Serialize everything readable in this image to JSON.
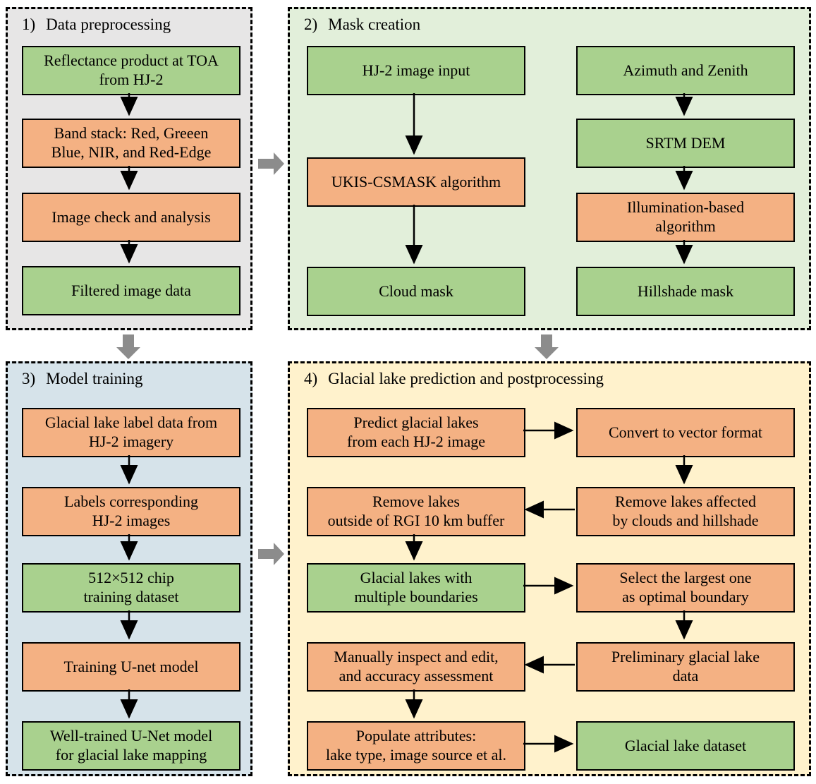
{
  "colors": {
    "green": "#a9d18e",
    "orange": "#f4b183",
    "connector": "#8c8c8c",
    "box_border": "#000000"
  },
  "panels": [
    {
      "num": "1)",
      "title": "Data preprocessing",
      "bg": "#e7e6e6",
      "boxes": [
        {
          "text": "Reflectance product at TOA\nfrom HJ-2",
          "color": "green"
        },
        {
          "text": "Band stack: Red, Greeen\nBlue, NIR, and Red-Edge",
          "color": "orange"
        },
        {
          "text": "Image check and analysis",
          "color": "orange"
        },
        {
          "text": "Filtered image data",
          "color": "green"
        }
      ]
    },
    {
      "num": "2)",
      "title": "Mask creation",
      "bg": "#e2efda",
      "left": [
        {
          "text": "HJ-2 image input",
          "color": "green"
        },
        {
          "text": "UKIS-CSMASK algorithm",
          "color": "orange"
        },
        {
          "text": "Cloud mask",
          "color": "green"
        }
      ],
      "right": [
        {
          "text": "Azimuth and Zenith",
          "color": "green"
        },
        {
          "text": "SRTM DEM",
          "color": "green"
        },
        {
          "text": "Illumination-based\nalgorithm",
          "color": "orange"
        },
        {
          "text": "Hillshade mask",
          "color": "green"
        }
      ]
    },
    {
      "num": "3)",
      "title": "Model training",
      "bg": "#d6e3ea",
      "boxes": [
        {
          "text": "Glacial lake label data from\nHJ-2 imagery",
          "color": "orange"
        },
        {
          "text": "Labels corresponding\nHJ-2 images",
          "color": "orange"
        },
        {
          "text": "512×512 chip\ntraining dataset",
          "color": "green"
        },
        {
          "text": "Training U-net model",
          "color": "orange"
        },
        {
          "text": "Well-trained U-Net model\nfor glacial lake mapping",
          "color": "green"
        }
      ]
    },
    {
      "num": "4)",
      "title": "Glacial lake prediction and postprocessing",
      "bg": "#fff2cc",
      "left": [
        {
          "text": "Predict glacial lakes\nfrom each HJ-2 image",
          "color": "orange"
        },
        {
          "text": "Remove lakes\noutside of RGI 10 km buffer",
          "color": "orange"
        },
        {
          "text": "Glacial lakes with\nmultiple boundaries",
          "color": "green"
        },
        {
          "text": "Manually inspect and edit,\nand accuracy assessment",
          "color": "orange"
        },
        {
          "text": "Populate attributes:\nlake type, image source et al.",
          "color": "orange"
        }
      ],
      "right": [
        {
          "text": "Convert to vector format",
          "color": "orange"
        },
        {
          "text": "Remove lakes affected\nby clouds and hillshade",
          "color": "orange"
        },
        {
          "text": "Select the largest one\nas optimal boundary",
          "color": "orange"
        },
        {
          "text": "Preliminary glacial lake\ndata",
          "color": "orange"
        },
        {
          "text": "Glacial lake dataset",
          "color": "green"
        }
      ]
    }
  ]
}
